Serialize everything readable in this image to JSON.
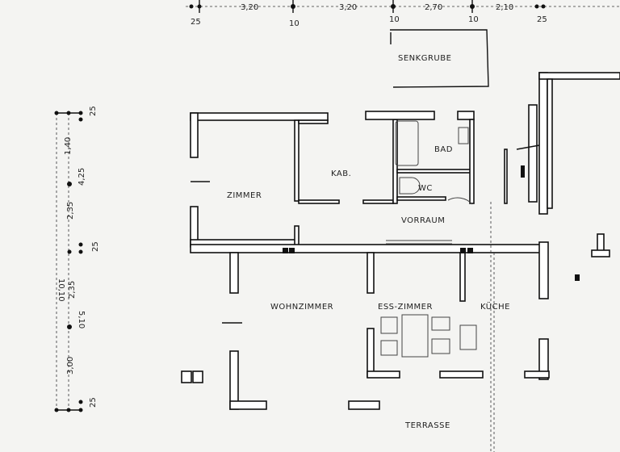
{
  "drawing": {
    "type": "floor plan (hand-drawn, scanned)",
    "ink_color": "#111111",
    "paper_color": "#f4f4f2",
    "rooms": {
      "zimmer": "ZIMMER",
      "kabinett": "KAB.",
      "bad": "BAD",
      "wc": "WC",
      "vorraum": "VORRAUM",
      "wohnzimmer": "WOHNZIMMER",
      "esszimmer": "ESS-ZIMMER",
      "kueche": "KÜCHE",
      "terrasse": "TERRASSE",
      "senkgrube": "SENKGRUBE"
    },
    "top_dimensions": {
      "spans": [
        "3,20",
        "3,20",
        "2,70",
        "2,10"
      ],
      "walls": [
        "25",
        "10",
        "10",
        "10",
        "25"
      ]
    },
    "left_dimensions": {
      "labels": [
        "25",
        "1,40",
        "4,25",
        "2,35",
        "10,10",
        "25",
        "2,35",
        "5,10",
        "3,00",
        "25"
      ]
    }
  }
}
